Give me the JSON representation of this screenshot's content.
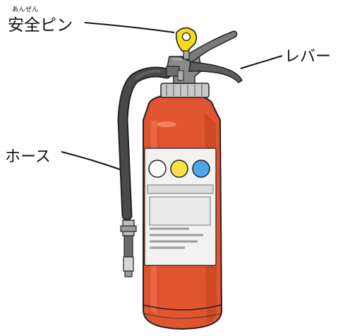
{
  "labels": {
    "safety_pin_ruby": "あんぜん",
    "safety_pin": "安全ピン",
    "lever": "レバー",
    "hose": "ホース"
  },
  "colors": {
    "body": "#e0552f",
    "body_highlight": "#f07a56",
    "body_shadow": "#b33d1d",
    "label_panel": "#f2f2f2",
    "circle_white": "#ffffff",
    "circle_yellow": "#f8e045",
    "circle_blue": "#4fa6e6",
    "pin": "#f4dc1e",
    "valve_metal": "#8a8a8a",
    "hose": "#4a4a4a",
    "outline": "#222222"
  }
}
